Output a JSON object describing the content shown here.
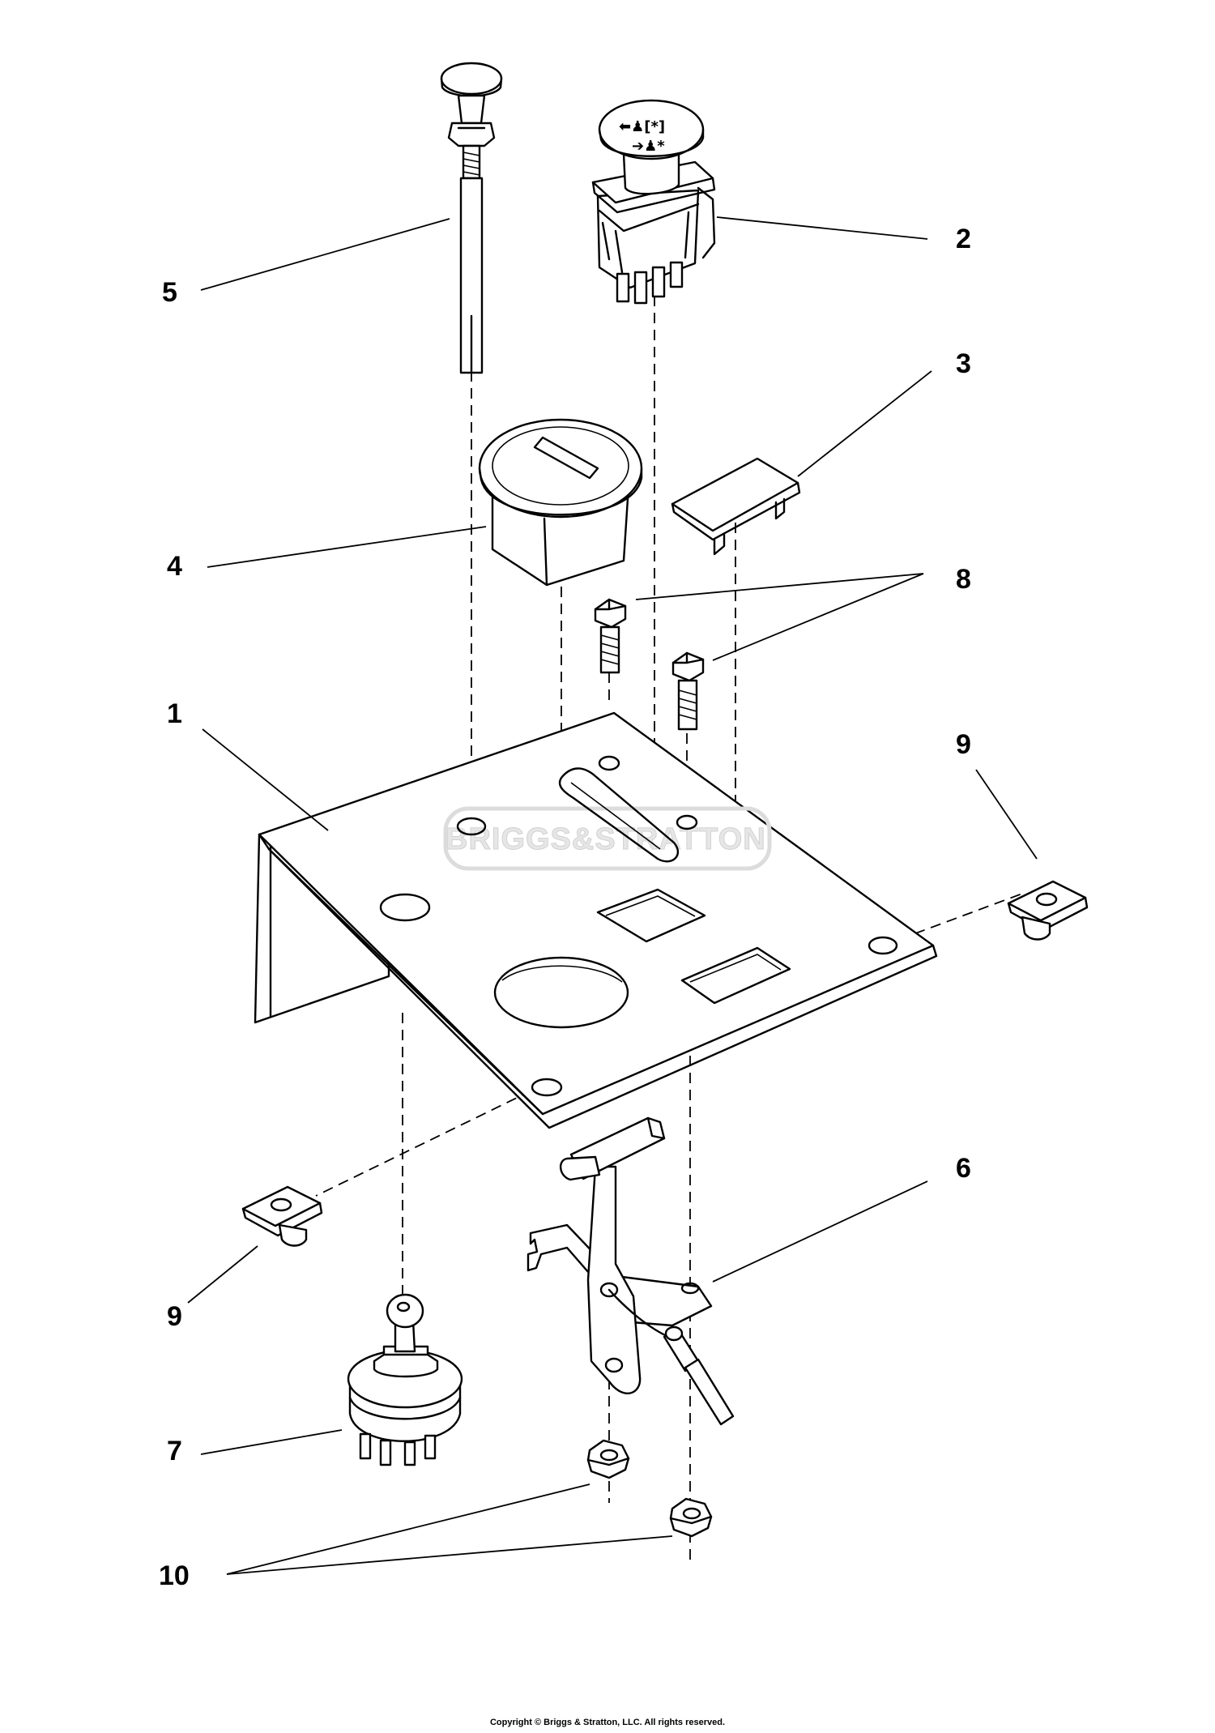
{
  "watermark": "BRIGGS&STRATTON",
  "callouts": [
    {
      "id": "callout-1",
      "label": "1"
    },
    {
      "id": "callout-2",
      "label": "2"
    },
    {
      "id": "callout-3",
      "label": "3"
    },
    {
      "id": "callout-4",
      "label": "4"
    },
    {
      "id": "callout-5",
      "label": "5"
    },
    {
      "id": "callout-6",
      "label": "6"
    },
    {
      "id": "callout-7",
      "label": "7"
    },
    {
      "id": "callout-8",
      "label": "8"
    },
    {
      "id": "callout-9-right",
      "label": "9"
    },
    {
      "id": "callout-9-left",
      "label": "9"
    },
    {
      "id": "callout-10",
      "label": "10"
    }
  ],
  "copyright": "Copyright © Briggs & Stratton, LLC. All rights reserved."
}
